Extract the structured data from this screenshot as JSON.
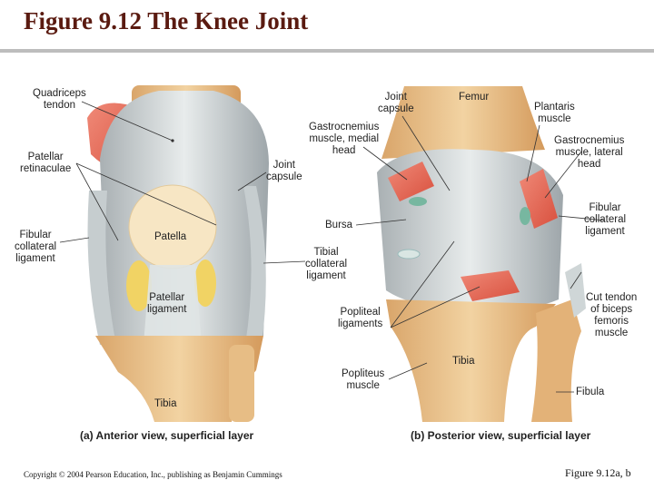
{
  "title": "Figure 9.12  The Knee Joint",
  "anterior": {
    "caption": "(a) Anterior view, superficial layer",
    "labels": {
      "quadriceps_tendon": "Quadriceps\ntendon",
      "patellar_retinaculae": "Patellar\nretinaculae",
      "joint_capsule": "Joint\ncapsule",
      "fibular_collateral": "Fibular\ncollateral\nligament",
      "patella": "Patella",
      "tibial_collateral": "Tibial\ncollateral\nligament",
      "patellar_ligament": "Patellar\nligament",
      "tibia": "Tibia"
    }
  },
  "posterior": {
    "caption": "(b) Posterior view, superficial layer",
    "labels": {
      "joint_capsule": "Joint\ncapsule",
      "femur": "Femur",
      "plantaris": "Plantaris\nmuscle",
      "gastro_medial": "Gastrocnemius\nmuscle, medial\nhead",
      "gastro_lateral": "Gastrocnemius\nmuscle, lateral\nhead",
      "fibular_collateral": "Fibular\ncollateral\nligament",
      "bursa": "Bursa",
      "cut_tendon": "Cut tendon\nof biceps\nfemoris\nmuscle",
      "popliteal": "Popliteal\nligaments",
      "tibia": "Tibia",
      "popliteus": "Popliteus\nmuscle",
      "fibula": "Fibula"
    }
  },
  "footer": {
    "copyright": "Copyright © 2004 Pearson Education, Inc., publishing as Benjamin Cummings",
    "figure_ref": "Figure 9.12a, b"
  }
}
